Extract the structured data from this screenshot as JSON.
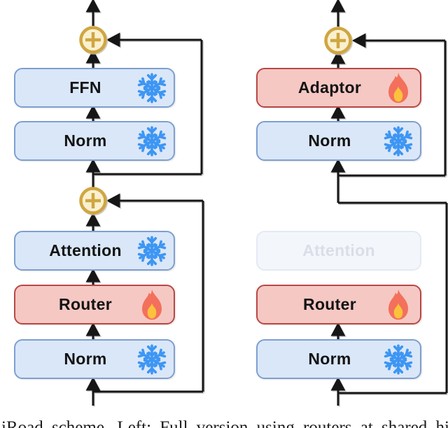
{
  "figure": {
    "left": {
      "blocks": [
        {
          "label": "FFN",
          "state": "frozen"
        },
        {
          "label": "Norm",
          "state": "frozen"
        },
        {
          "label": "Attention",
          "state": "frozen"
        },
        {
          "label": "Router",
          "state": "trainable"
        },
        {
          "label": "Norm",
          "state": "frozen"
        }
      ]
    },
    "right": {
      "blocks": [
        {
          "label": "Adaptor",
          "state": "trainable"
        },
        {
          "label": "Norm",
          "state": "frozen"
        },
        {
          "label": "Attention",
          "state": "skipped"
        },
        {
          "label": "Router",
          "state": "trainable"
        },
        {
          "label": "Norm",
          "state": "frozen"
        }
      ]
    },
    "icons": {
      "frozen": "snowflake-icon",
      "trainable": "fire-icon",
      "residual_sum": "circled-plus-icon"
    },
    "colors": {
      "frozen_fill": "#DAE7F8",
      "frozen_border": "#7E9FD0",
      "trainable_fill": "#F5C8C4",
      "trainable_border": "#BA4743",
      "skipped_fill": "#F3F6FB",
      "skipped_border": "#E4EAF4",
      "skipped_text": "#D9DEE8",
      "sum_fill": "#FAF0D0",
      "sum_border": "#CFA640",
      "wire": "#151515",
      "snowflake_blue": "#3E96F3",
      "fire_orange": "#F3705C",
      "fire_yellow": "#FBC23D"
    },
    "caption": "iRoad scheme.   Left: Full version using routers at shared hidden"
  }
}
